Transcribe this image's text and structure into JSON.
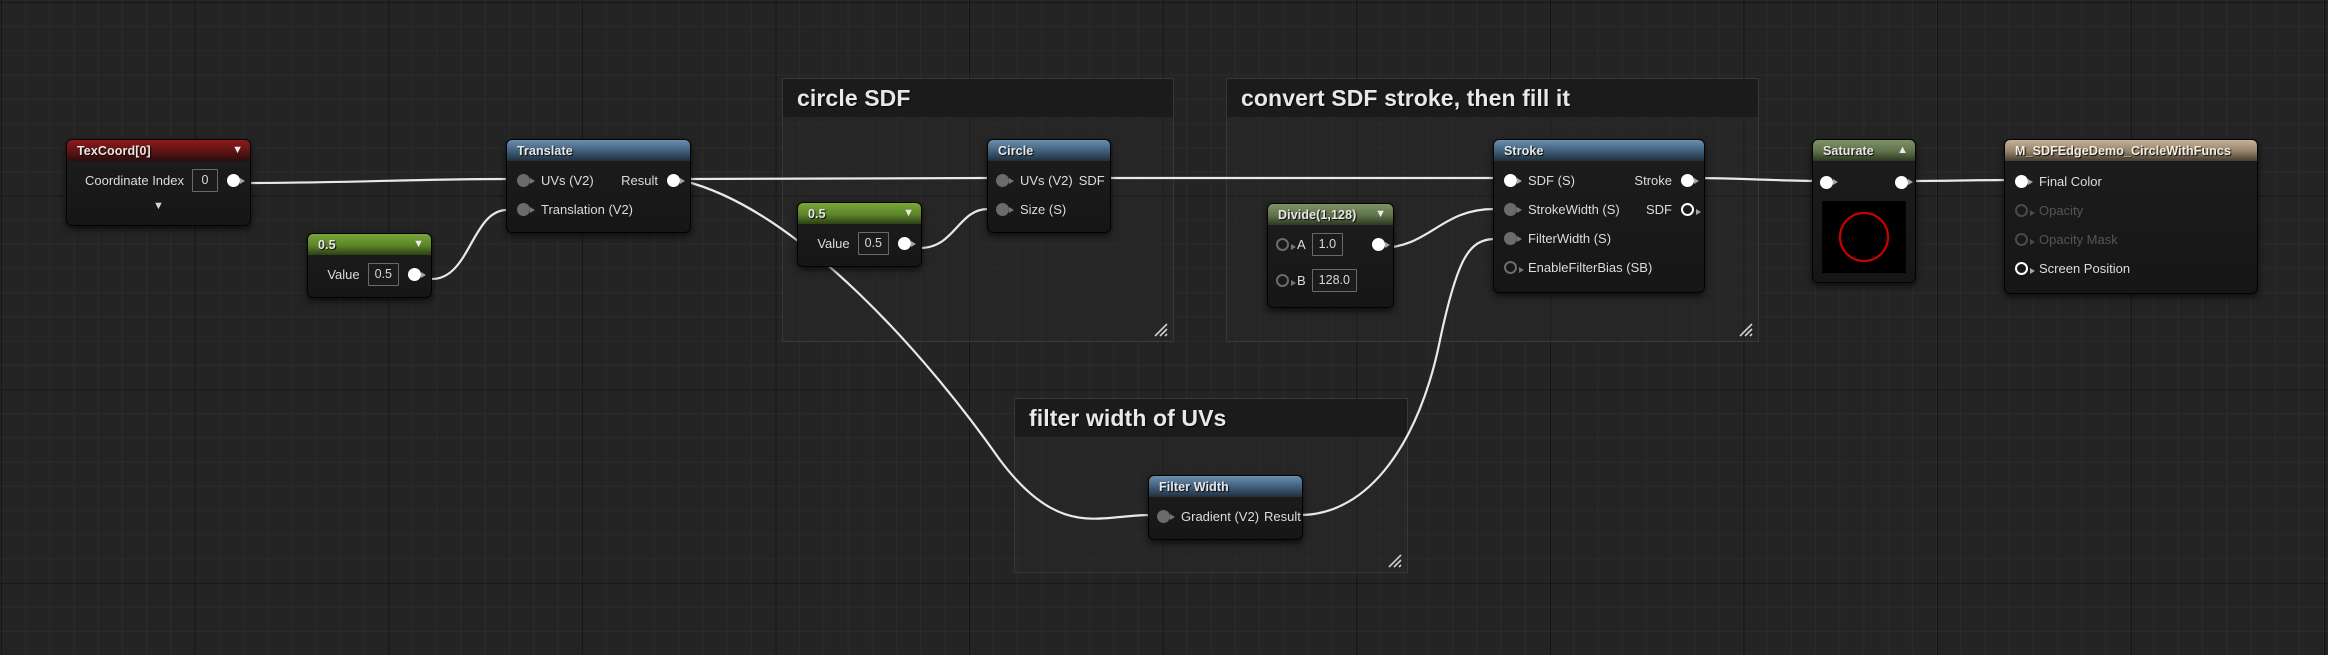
{
  "app": {
    "graph_name": "Unreal Material Graph"
  },
  "comments": [
    {
      "id": "c1",
      "title": "circle SDF"
    },
    {
      "id": "c2",
      "title": "convert SDF stroke, then fill it"
    },
    {
      "id": "c3",
      "title": "filter width of UVs"
    }
  ],
  "nodes": {
    "texcoord": {
      "title": "TexCoord[0]",
      "header_color": "#8e1a1a",
      "prop_label": "Coordinate Index",
      "prop_value": "0",
      "collapse_glyph": "chevron-down",
      "expand_glyph": "chevron-down"
    },
    "const_translate": {
      "title": "0.5",
      "header_color": "#7aa63a",
      "value_label": "Value",
      "value": "0.5"
    },
    "translate": {
      "title": "Translate",
      "header_color": "#3d5c78",
      "inputs": [
        "UVs (V2)",
        "Translation (V2)"
      ],
      "outputs": [
        "Result"
      ]
    },
    "const_size": {
      "title": "0.5",
      "header_color": "#7aa63a",
      "value_label": "Value",
      "value": "0.5"
    },
    "circle": {
      "title": "Circle",
      "header_color": "#3d5c78",
      "inputs": [
        "UVs (V2)",
        "Size (S)"
      ],
      "outputs": [
        "SDF"
      ]
    },
    "divide": {
      "title": "Divide(1,128)",
      "header_color": "#5e7249",
      "input_a_label": "A",
      "input_a_value": "1.0",
      "input_b_label": "B",
      "input_b_value": "128.0"
    },
    "stroke": {
      "title": "Stroke",
      "header_color": "#3d5c78",
      "inputs": [
        "SDF (S)",
        "StrokeWidth (S)",
        "FilterWidth (S)",
        "EnableFilterBias (SB)"
      ],
      "outputs": [
        "Stroke",
        "SDF"
      ]
    },
    "filterwidth": {
      "title": "Filter Width",
      "header_color": "#3d5c78",
      "inputs": [
        "Gradient (V2)"
      ],
      "outputs": [
        "Result"
      ]
    },
    "saturate": {
      "title": "Saturate",
      "header_color": "#5e7249",
      "collapse_glyph": "chevron-up",
      "preview_shape": "circle-outline",
      "preview_color": "#cc0000",
      "preview_bg": "#000000"
    },
    "material": {
      "title": "M_SDFEdgeDemo_CircleWithFuncs",
      "header_color": "#93816a",
      "pins": [
        {
          "label": "Final Color",
          "state": "connected"
        },
        {
          "label": "Opacity",
          "state": "disabled"
        },
        {
          "label": "Opacity Mask",
          "state": "disabled"
        },
        {
          "label": "Screen Position",
          "state": "enabled"
        }
      ]
    }
  }
}
